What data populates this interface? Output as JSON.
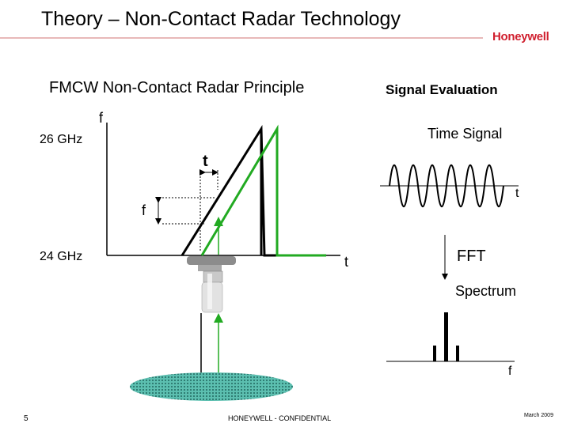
{
  "header": {
    "title": "Theory – Non-Contact Radar Technology",
    "logo_text": "Honeywell"
  },
  "left_panel": {
    "heading": "FMCW Non-Contact Radar Principle",
    "freq_axis_label": "f",
    "freq_high": "26 GHz",
    "freq_low": "24 GHz",
    "time_axis_label": "t",
    "delta_t_label": "t",
    "delta_f_label": "f"
  },
  "right_panel": {
    "heading": "Signal Evaluation",
    "time_signal_label": "Time Signal",
    "time_signal_axis": "t",
    "fft_label": "FFT",
    "spectrum_label": "Spectrum",
    "spectrum_axis": "f"
  },
  "footer": {
    "page_number": "5",
    "confidential": "HONEYWELL - CONFIDENTIAL",
    "date": "March 2009"
  },
  "colors": {
    "logo": "#d01f2e",
    "reflected_signal": "#22aa22",
    "surface_fill": "#5cbfb0"
  }
}
